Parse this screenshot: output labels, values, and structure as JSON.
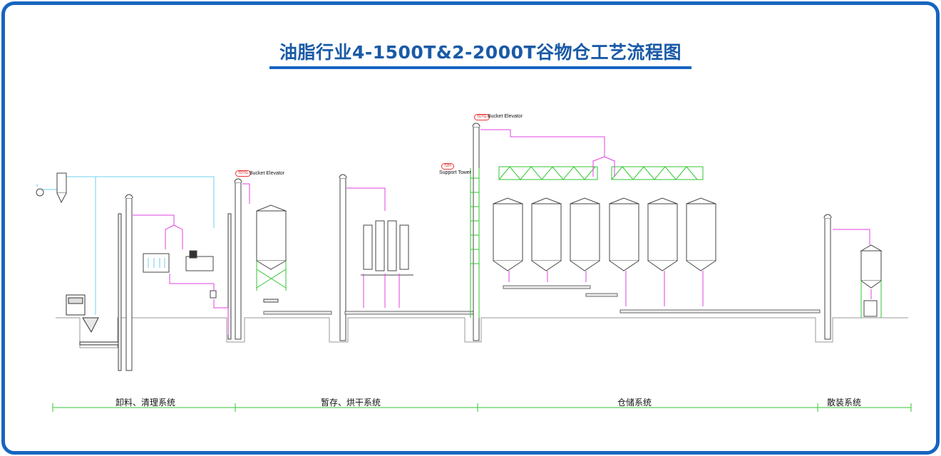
{
  "title": "油脂行业4-1500T&2-2000T谷物仓工艺流程图",
  "colors": {
    "frame": "#1565c0",
    "title": "#1a5aa6",
    "duct": "#6fd0f0",
    "flow": "#e040e0",
    "structure": "#33c633",
    "equipment": "#444444"
  },
  "equipment_labels": {
    "elevator_1": "Bucket Elevator",
    "elevator_2": "Bucket Elevator",
    "support_tower": "Support Tower"
  },
  "tags": {
    "elevator_1": "TDTG",
    "elevator_2": "TDTG",
    "support_tower": "TZH"
  },
  "sections": [
    "卸料、清理系统",
    "暂存、烘干系统",
    "仓储系统",
    "散装系统"
  ]
}
